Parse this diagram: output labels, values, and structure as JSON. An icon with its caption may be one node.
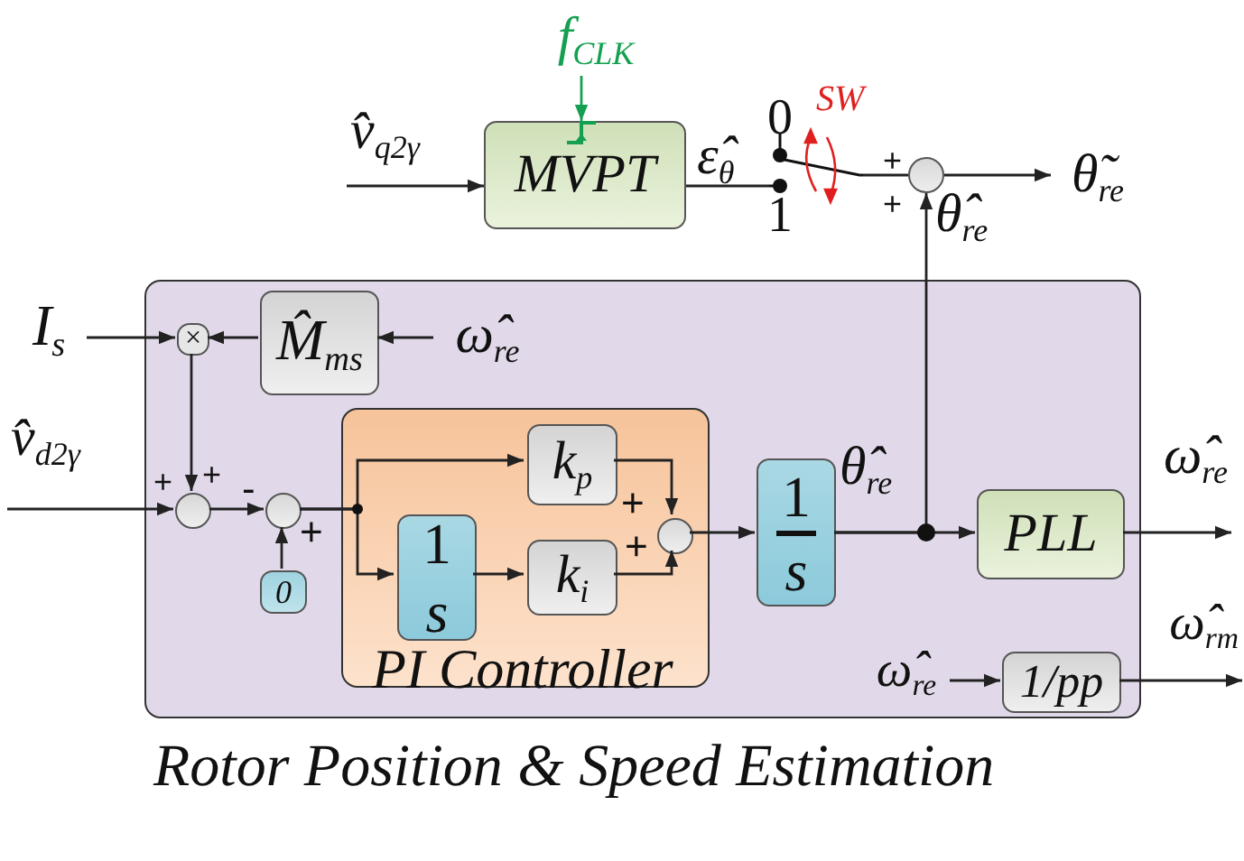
{
  "diagram": {
    "nodes": [
      {
        "text": [
          "f$_{CLK}$"
        ]
      },
      {
        "text": [
          "v̂$_{q2γ}$"
        ]
      },
      {
        "text": [
          "MVPT"
        ]
      },
      {
        "text": [],
        "shape": "switch"
      },
      {
        "text": [],
        "shape": "circle"
      },
      {
        "text": [
          "θ̃$_{re}$"
        ]
      },
      {
        "text": [
          "Rotor Position & Speed Estimation"
        ]
      },
      {
        "text": [
          "I$_{s}$"
        ]
      },
      {
        "text": [
          "×"
        ],
        "in": 6
      },
      {
        "text": [
          "M̂$_{ms}$"
        ],
        "in": 6
      },
      {
        "text": [
          "ω̂$_{re}$"
        ],
        "in": 6
      },
      {
        "text": [
          "v̂$_{d2γ}$"
        ]
      },
      {
        "text": [],
        "shape": "circle",
        "in": 6
      },
      {
        "text": [],
        "shape": "circle",
        "in": 6
      },
      {
        "text": [
          "0"
        ],
        "in": 6
      },
      {
        "text": [
          "PI Controller"
        ],
        "in": 6
      },
      {
        "text": [
          "k$_{p}$"
        ],
        "in": 15
      },
      {
        "text": [
          "1",
          "s"
        ],
        "in": 15
      },
      {
        "text": [
          "k$_{i}$"
        ],
        "in": 15
      },
      {
        "text": [],
        "shape": "circle",
        "in": 15
      },
      {
        "text": [
          "1",
          "s"
        ],
        "in": 6
      },
      {
        "text": [
          "PLL"
        ],
        "in": 6
      },
      {
        "text": [
          "ω̂$_{re}$"
        ]
      },
      {
        "text": [
          "ω̂$_{re}$"
        ],
        "in": 6
      },
      {
        "text": [
          "1/pp"
        ],
        "in": 6
      },
      {
        "text": [
          "ω̂$_{rm}$"
        ]
      }
    ],
    "edges": [
      {
        "from": 0,
        "to": 2,
        "arrow": "to",
        "color": "#14a050"
      },
      {
        "from": 1,
        "to": 2,
        "arrow": "to"
      },
      {
        "from": 2,
        "to": 3,
        "arrow": "none",
        "label": "ε̂$_{θ}$"
      },
      {
        "from": 3,
        "to": 4,
        "arrow": "none"
      },
      {
        "from": 4,
        "to": 5,
        "arrow": "to"
      },
      {
        "from": 7,
        "to": 8,
        "arrow": "to"
      },
      {
        "from": 9,
        "to": 8,
        "arrow": "to"
      },
      {
        "from": 10,
        "to": 9,
        "arrow": "to"
      },
      {
        "from": 8,
        "to": 12,
        "arrow": "to"
      },
      {
        "from": 11,
        "to": 12,
        "arrow": "to"
      },
      {
        "from": 12,
        "to": 13,
        "arrow": "to"
      },
      {
        "from": 14,
        "to": 13,
        "arrow": "to"
      },
      {
        "from": 13,
        "to": 16,
        "arrow": "to"
      },
      {
        "from": 13,
        "to": 17,
        "arrow": "to"
      },
      {
        "from": 17,
        "to": 18,
        "arrow": "to"
      },
      {
        "from": 16,
        "to": 19,
        "arrow": "to"
      },
      {
        "from": 18,
        "to": 19,
        "arrow": "to"
      },
      {
        "from": 19,
        "to": 20,
        "arrow": "to"
      },
      {
        "from": 20,
        "to": 21,
        "arrow": "to",
        "label": "θ̂$_{re}$"
      },
      {
        "from": 20,
        "to": 4,
        "arrow": "to",
        "label": "θ̂$_{re}$"
      },
      {
        "from": 21,
        "to": 22,
        "arrow": "to"
      },
      {
        "from": 23,
        "to": 24,
        "arrow": "to"
      },
      {
        "from": 24,
        "to": 25,
        "arrow": "to"
      }
    ],
    "labels": [
      "0",
      "SW",
      "1",
      "+",
      "+",
      "+",
      "+",
      "-",
      "+",
      "+",
      "+"
    ]
  }
}
